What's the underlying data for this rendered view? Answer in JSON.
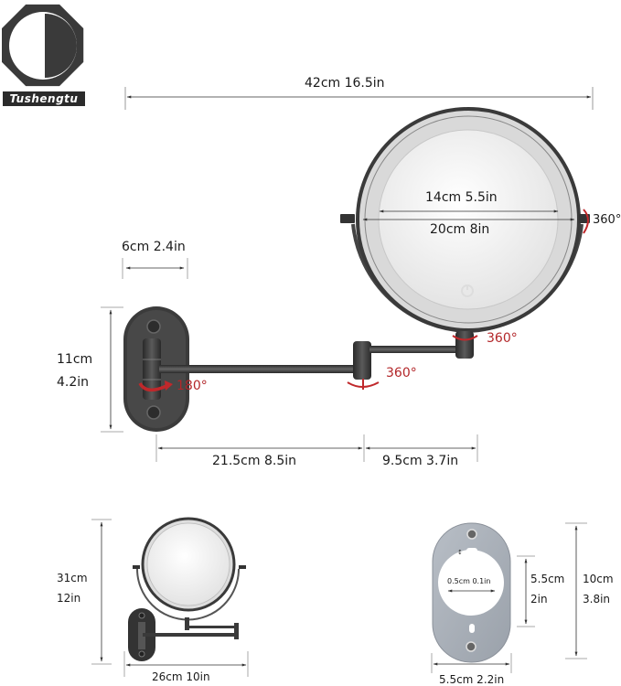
{
  "brand": {
    "name": "Tushengtu",
    "logo_icon": "octagon-half-circle-logo"
  },
  "main_view": {
    "overall_width": "42cm 16.5in",
    "mirror_inner_diameter": "14cm 5.5in",
    "mirror_outer_diameter": "20cm 8in",
    "mount_width": "6cm 2.4in",
    "mount_height_cm": "11cm",
    "mount_height_in": "4.2in",
    "arm_long": "21.5cm 8.5in",
    "arm_short": "9.5cm 3.7in",
    "rotation_mount": "180°",
    "rotation_elbow": "360°",
    "rotation_neck": "360°",
    "rotation_tilt": "360°"
  },
  "side_view": {
    "height_cm": "31cm",
    "height_in": "12in",
    "width": "26cm 10in"
  },
  "plate_view": {
    "hole_diameter": "0.5cm 0.1in",
    "hole_height_cm": "5.5cm",
    "hole_height_in": "2in",
    "plate_height_cm": "10cm",
    "plate_height_in": "3.8in",
    "plate_width": "5.5cm 2.2in"
  },
  "colors": {
    "accent_red": "#b3272a",
    "metal_dark": "#3a3a3a",
    "plate_gray": "#a9b0b8",
    "line": "#333333"
  }
}
